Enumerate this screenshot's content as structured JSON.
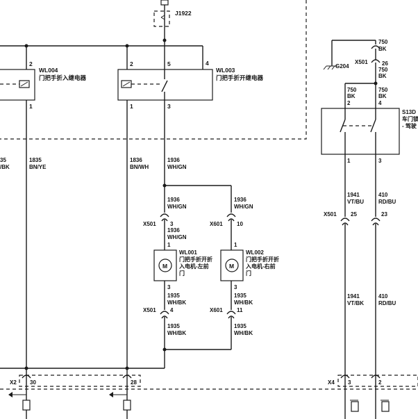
{
  "colors": {
    "wire": "#1a1a1a",
    "accent_green": "#2e8b2e"
  },
  "top": {
    "j1922": "J1922"
  },
  "relays": {
    "wl004": {
      "code": "WL004",
      "name": "门把手折入继电器",
      "pin_top": "2",
      "pin_bottom": "1"
    },
    "wl003": {
      "code": "WL003",
      "name": "门把手折开继电器",
      "pin_coil_top": "2",
      "pin_coil_bottom": "1",
      "pin_sw_top": "5",
      "pin_sw_side": "4",
      "pin_sw_bottom": "3"
    }
  },
  "wires": {
    "w_left_num": "35",
    "w_left_col": "/BK",
    "w1835_num": "1835",
    "w1835_col": "BN/YE",
    "w1836_num": "1836",
    "w1836_col": "BN/WH",
    "w1936_num": "1936",
    "w1936_col": "WH/GN",
    "w1936b_num": "1936",
    "w1936b_col": "WH/GN",
    "w1936c_num": "1936",
    "w1936c_col": "WH/GN",
    "w1936d_num": "1936",
    "w1936d_col": "WH/GN",
    "w1935a_num": "1935",
    "w1935a_col": "WH/BK",
    "w1935b_num": "1935",
    "w1935b_col": "WH/BK",
    "w1935c_num": "1935",
    "w1935c_col": "WH/BK",
    "w1935d_num": "1935",
    "w1935d_col": "WH/BK",
    "w750a_num": "750",
    "w750a_col": "BK",
    "w750b_num": "750",
    "w750b_col": "BK",
    "w750c_num": "750",
    "w750c_col": "BK",
    "w750d_num": "750",
    "w750d_col": "BK",
    "w1941a_num": "1941",
    "w1941a_col": "VT/BU",
    "w410a_num": "410",
    "w410a_col": "RD/BU",
    "w1941b_num": "1941",
    "w1941b_col": "VT/BK",
    "w410b_num": "410",
    "w410b_col": "RD/BU"
  },
  "connectors": {
    "x501_left": "X501",
    "x501_left_pin_a": "3",
    "x501_left_pin_b": "4",
    "x601_a": "X601",
    "x601_pin_a": "10",
    "x601_b": "X601",
    "x601_pin_b": "11",
    "x501_top": "X501",
    "x501_top_pin": "26",
    "x501_right": "X501",
    "x501_right_pin_a": "25",
    "x501_right_pin_b": "23",
    "x2": "X2",
    "x2_pin_a": "30",
    "x2_pin_b": "28",
    "x4": "X4",
    "x4_pin_a": "3",
    "x4_pin_b": "2"
  },
  "motors": {
    "wl001": {
      "code": "WL001",
      "line1": "门把手折开折",
      "line2": "入电机-左前",
      "line3": "门",
      "pin_top": "1",
      "pin_bottom": "3"
    },
    "wl002": {
      "code": "WL002",
      "line1": "门把手折开折",
      "line2": "入电机-右前",
      "line3": "门",
      "pin_top": "1",
      "pin_bottom": "3"
    }
  },
  "ground": {
    "g204": "G204"
  },
  "switch": {
    "code": "S13D",
    "line1": "车门锁",
    "line2": "- 驾驶",
    "pin_in_a": "2",
    "pin_in_b": "4",
    "pin_out_a": "1",
    "pin_out_b": "3"
  }
}
